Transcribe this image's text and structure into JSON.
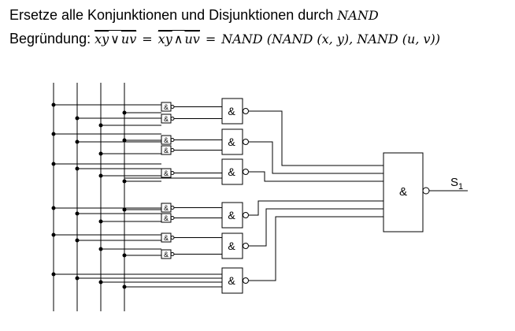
{
  "header": {
    "title_text": "Ersetze alle Konjunktionen und Disjunktionen durch",
    "title_math": "NAND"
  },
  "reason": {
    "label": "Begründung:",
    "lhs_xy": "xy",
    "lhs_or": "∨",
    "lhs_uv": "uv",
    "eq1": "=",
    "mid_xy": "xy",
    "mid_and": "∧",
    "mid_uv": "uv",
    "eq2": "=",
    "rhs": "NAND (NAND (x, y), NAND (u, v))"
  },
  "circuit": {
    "gate_symbol": "&",
    "output_label": "S",
    "output_subscript": "1"
  }
}
